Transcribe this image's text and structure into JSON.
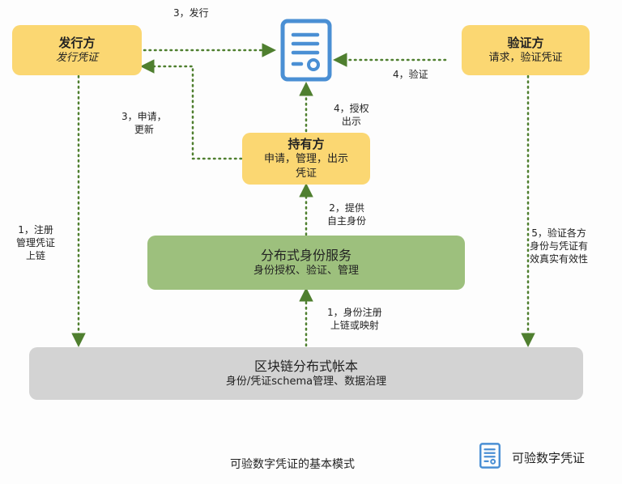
{
  "issuer": {
    "title": "发行方",
    "subtitle": "发行凭证"
  },
  "verifier": {
    "title": "验证方",
    "subtitle": "请求，验证凭证"
  },
  "holder": {
    "title": "持有方",
    "subtitle_line1": "申请，管理，出示",
    "subtitle_line2": "凭证"
  },
  "did_service": {
    "title": "分布式身份服务",
    "subtitle": "身份授权、验证、管理"
  },
  "ledger": {
    "title": "区块链分布式帐本",
    "subtitle": "身份/凭证schema管理、数据治理"
  },
  "labels": {
    "issue": "3，发行",
    "verify": "4，验证",
    "apply_line1": "3，申请，",
    "apply_line2": "更新",
    "authorize_line1": "4，授权",
    "authorize_line2": "出示",
    "provide_line1": "2，提供",
    "provide_line2": "自主身份",
    "register_line1": "1，注册",
    "register_line2": "管理凭证",
    "register_line3": "上链",
    "verify_each_line1": "5，验证各方",
    "verify_each_line2": "身份与凭证有",
    "verify_each_line3": "效真实有效性",
    "identity_reg_line1": "1，身份注册",
    "identity_reg_line2": "上链或映射"
  },
  "caption": "可验数字凭证的基本模式",
  "legend": {
    "label": "可验数字凭证",
    "icon": "document-icon"
  },
  "colors": {
    "yellow": "#fbd772",
    "green": "#9dc07d",
    "gray": "#d3d3d3",
    "arrow": "#4f7f2f",
    "icon": "#4a8fd4"
  }
}
